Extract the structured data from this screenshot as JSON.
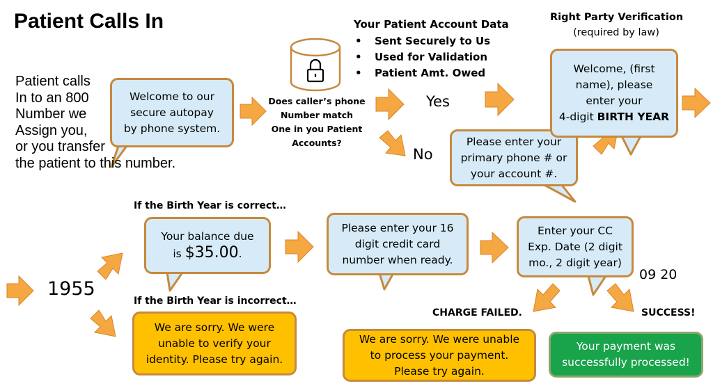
{
  "title": "Patient Calls In",
  "intro": [
    "Patient calls",
    "In to an 800",
    "Number we",
    "Assign you,",
    "or you transfer",
    "the patient to this number."
  ],
  "welcome_box": [
    "Welcome to our",
    "secure autopay",
    "by phone system."
  ],
  "phone_question": [
    "Does caller’s phone",
    "Number match",
    "One in you Patient",
    "Accounts?"
  ],
  "account_data": {
    "title": "Your Patient Account Data",
    "items": [
      "Sent Securely to Us",
      "Used for Validation",
      "Patient Amt. Owed"
    ]
  },
  "yes_label": "Yes",
  "no_label": "No",
  "phone_prompt": [
    "Please enter your",
    "primary phone # or",
    "your account #."
  ],
  "rpv": {
    "title": "Right Party Verification",
    "subtitle": "(required by law)"
  },
  "birth_prompt": {
    "line1": "Welcome, (first",
    "line2": "name), please",
    "line3": "enter your",
    "line4_prefix": "4-digit ",
    "line4_bold": "BIRTH YEAR"
  },
  "birth_year_value": "1955",
  "correct_label": "If the Birth Year is correct…",
  "incorrect_label": "If the Birth Year is incorrect…",
  "balance": {
    "line1": "Your balance due",
    "prefix": "is ",
    "amount": "$35.00",
    "suffix": "."
  },
  "incorrect_box": [
    "We are sorry.  We were",
    "unable to verify your",
    "identity. Please try again."
  ],
  "cc_prompt": [
    "Please enter your 16",
    "digit credit card",
    "number when ready."
  ],
  "exp_prompt": [
    "Enter your CC",
    "Exp. Date (2 digit",
    "mo., 2 digit year)"
  ],
  "exp_value": "09 20",
  "charge_failed_label": "CHARGE FAILED.",
  "success_label": "SUCCESS!",
  "failed_box": [
    "We are sorry.  We were unable",
    "to process your payment.",
    "Please try again."
  ],
  "success_box": [
    "Your payment was",
    "successfully processed!"
  ],
  "colors": {
    "bubble_blue": "#d6ebf7",
    "bubble_border": "#c6893e",
    "arrow_orange": "#f5a742",
    "warn_orange": "#ffc000",
    "success_green": "#19a34a"
  }
}
